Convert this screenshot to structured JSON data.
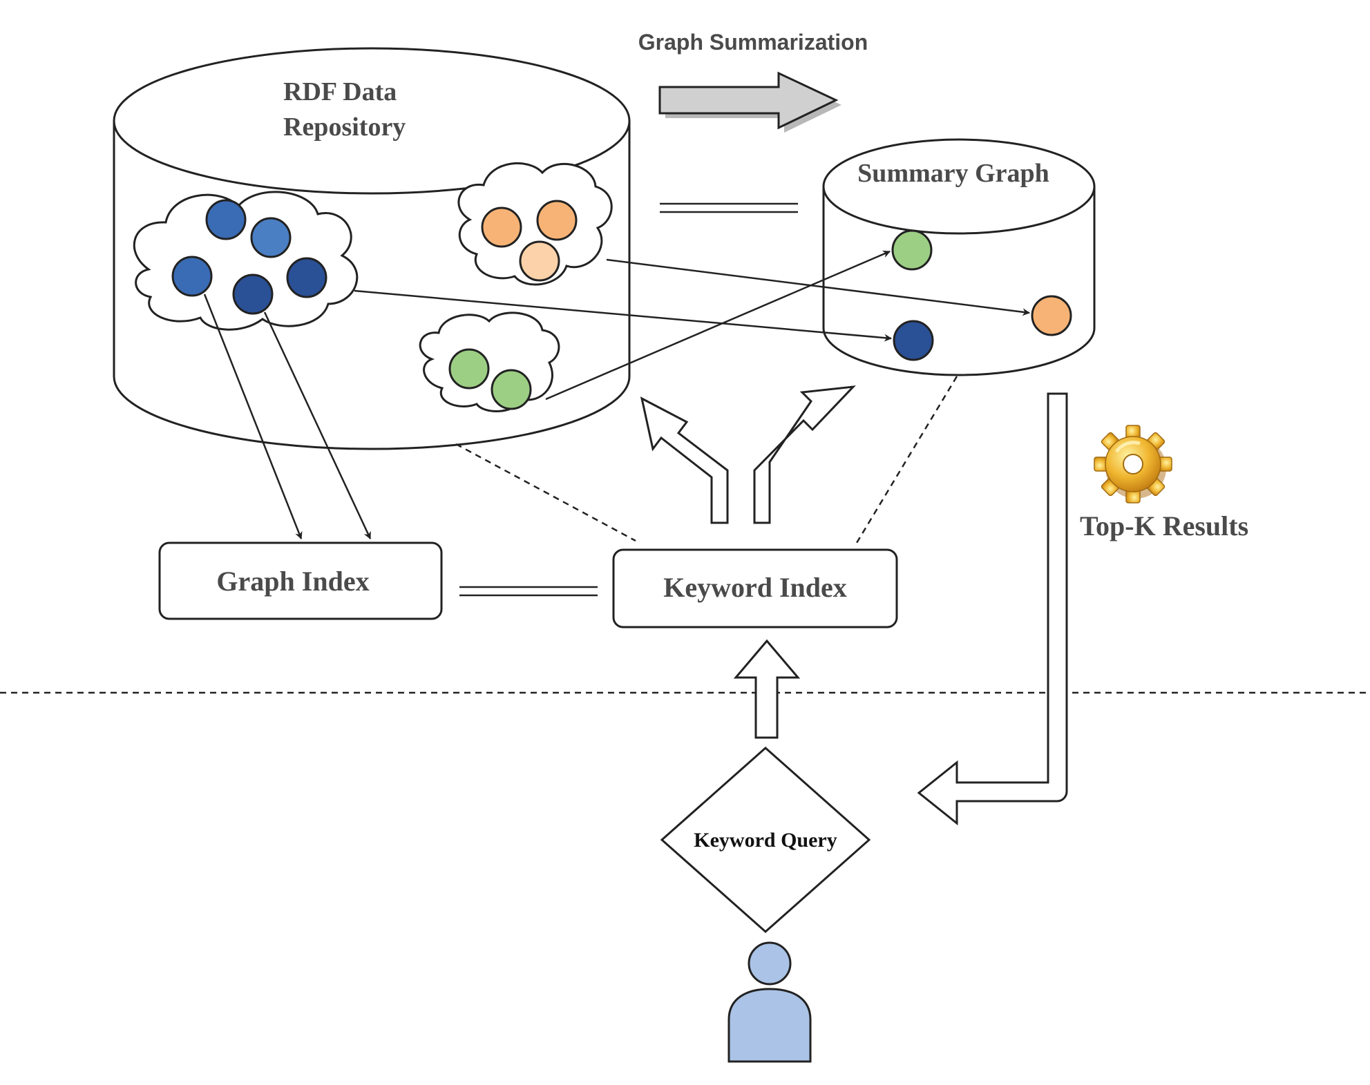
{
  "labels": {
    "graph_summarization": "Graph Summarization",
    "rdf_repository_line1": "RDF Data",
    "rdf_repository_line2": "Repository",
    "summary_graph": "Summary Graph",
    "graph_index": "Graph Index",
    "keyword_index": "Keyword Index",
    "keyword_query": "Keyword Query",
    "top_k_results": "Top-K Results"
  },
  "colors": {
    "blue_light": "#4a7fc4",
    "blue": "#3a6cb5",
    "blue_dark": "#2a5096",
    "orange": "#f7b375",
    "orange_light": "#fbd2a9",
    "green": "#9ccf84",
    "user": "#aac3e6",
    "gear": "#e7a51f",
    "grey_arrow": "#d0d0d0"
  },
  "icons": {
    "gear": "gear-icon",
    "user": "user-icon"
  }
}
